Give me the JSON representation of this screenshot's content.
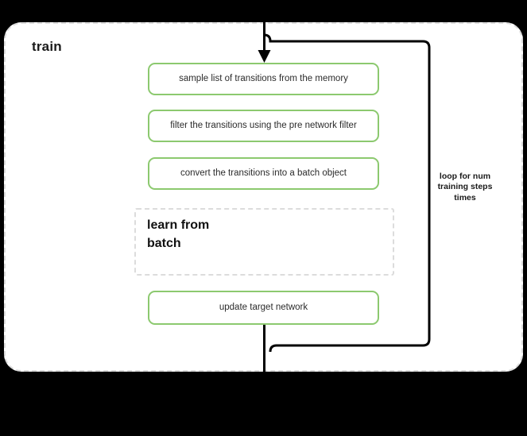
{
  "diagram": {
    "type": "flowchart",
    "title": "train",
    "background_color": "#000000",
    "block_fill": "#ffffff",
    "accent_color": "#8cc96f",
    "dashed_border_color": "#dcdcdc",
    "connector_color": "#000000"
  },
  "outer_block": {
    "label": "train",
    "style": "dashed-rounded"
  },
  "steps": [
    {
      "id": "sample-transitions",
      "label": "sample list of transitions from the memory"
    },
    {
      "id": "filter-transitions",
      "label": "filter the transitions using the pre network filter"
    },
    {
      "id": "convert-to-batch",
      "label": "convert the transitions into a batch object"
    },
    {
      "id": "update-target",
      "label": "update target network"
    }
  ],
  "sub_block": {
    "id": "learn-from-batch",
    "label": "learn from\nbatch",
    "line1": "learn from",
    "line2": "batch",
    "style": "dashed"
  },
  "loop": {
    "label": "loop for num\ntraining steps\ntimes",
    "line1": "loop for num",
    "line2": "training steps",
    "line3": "times"
  },
  "connectors": [
    {
      "id": "entry-arrow",
      "from": "top-of-diagram",
      "to": "sample-transitions",
      "arrowhead": true
    },
    {
      "id": "loop-back",
      "from": "entry-junction",
      "to": "exit-junction",
      "arrowhead": false
    },
    {
      "id": "exit-line",
      "from": "update-target",
      "to": "bottom-of-diagram",
      "arrowhead": false
    }
  ]
}
